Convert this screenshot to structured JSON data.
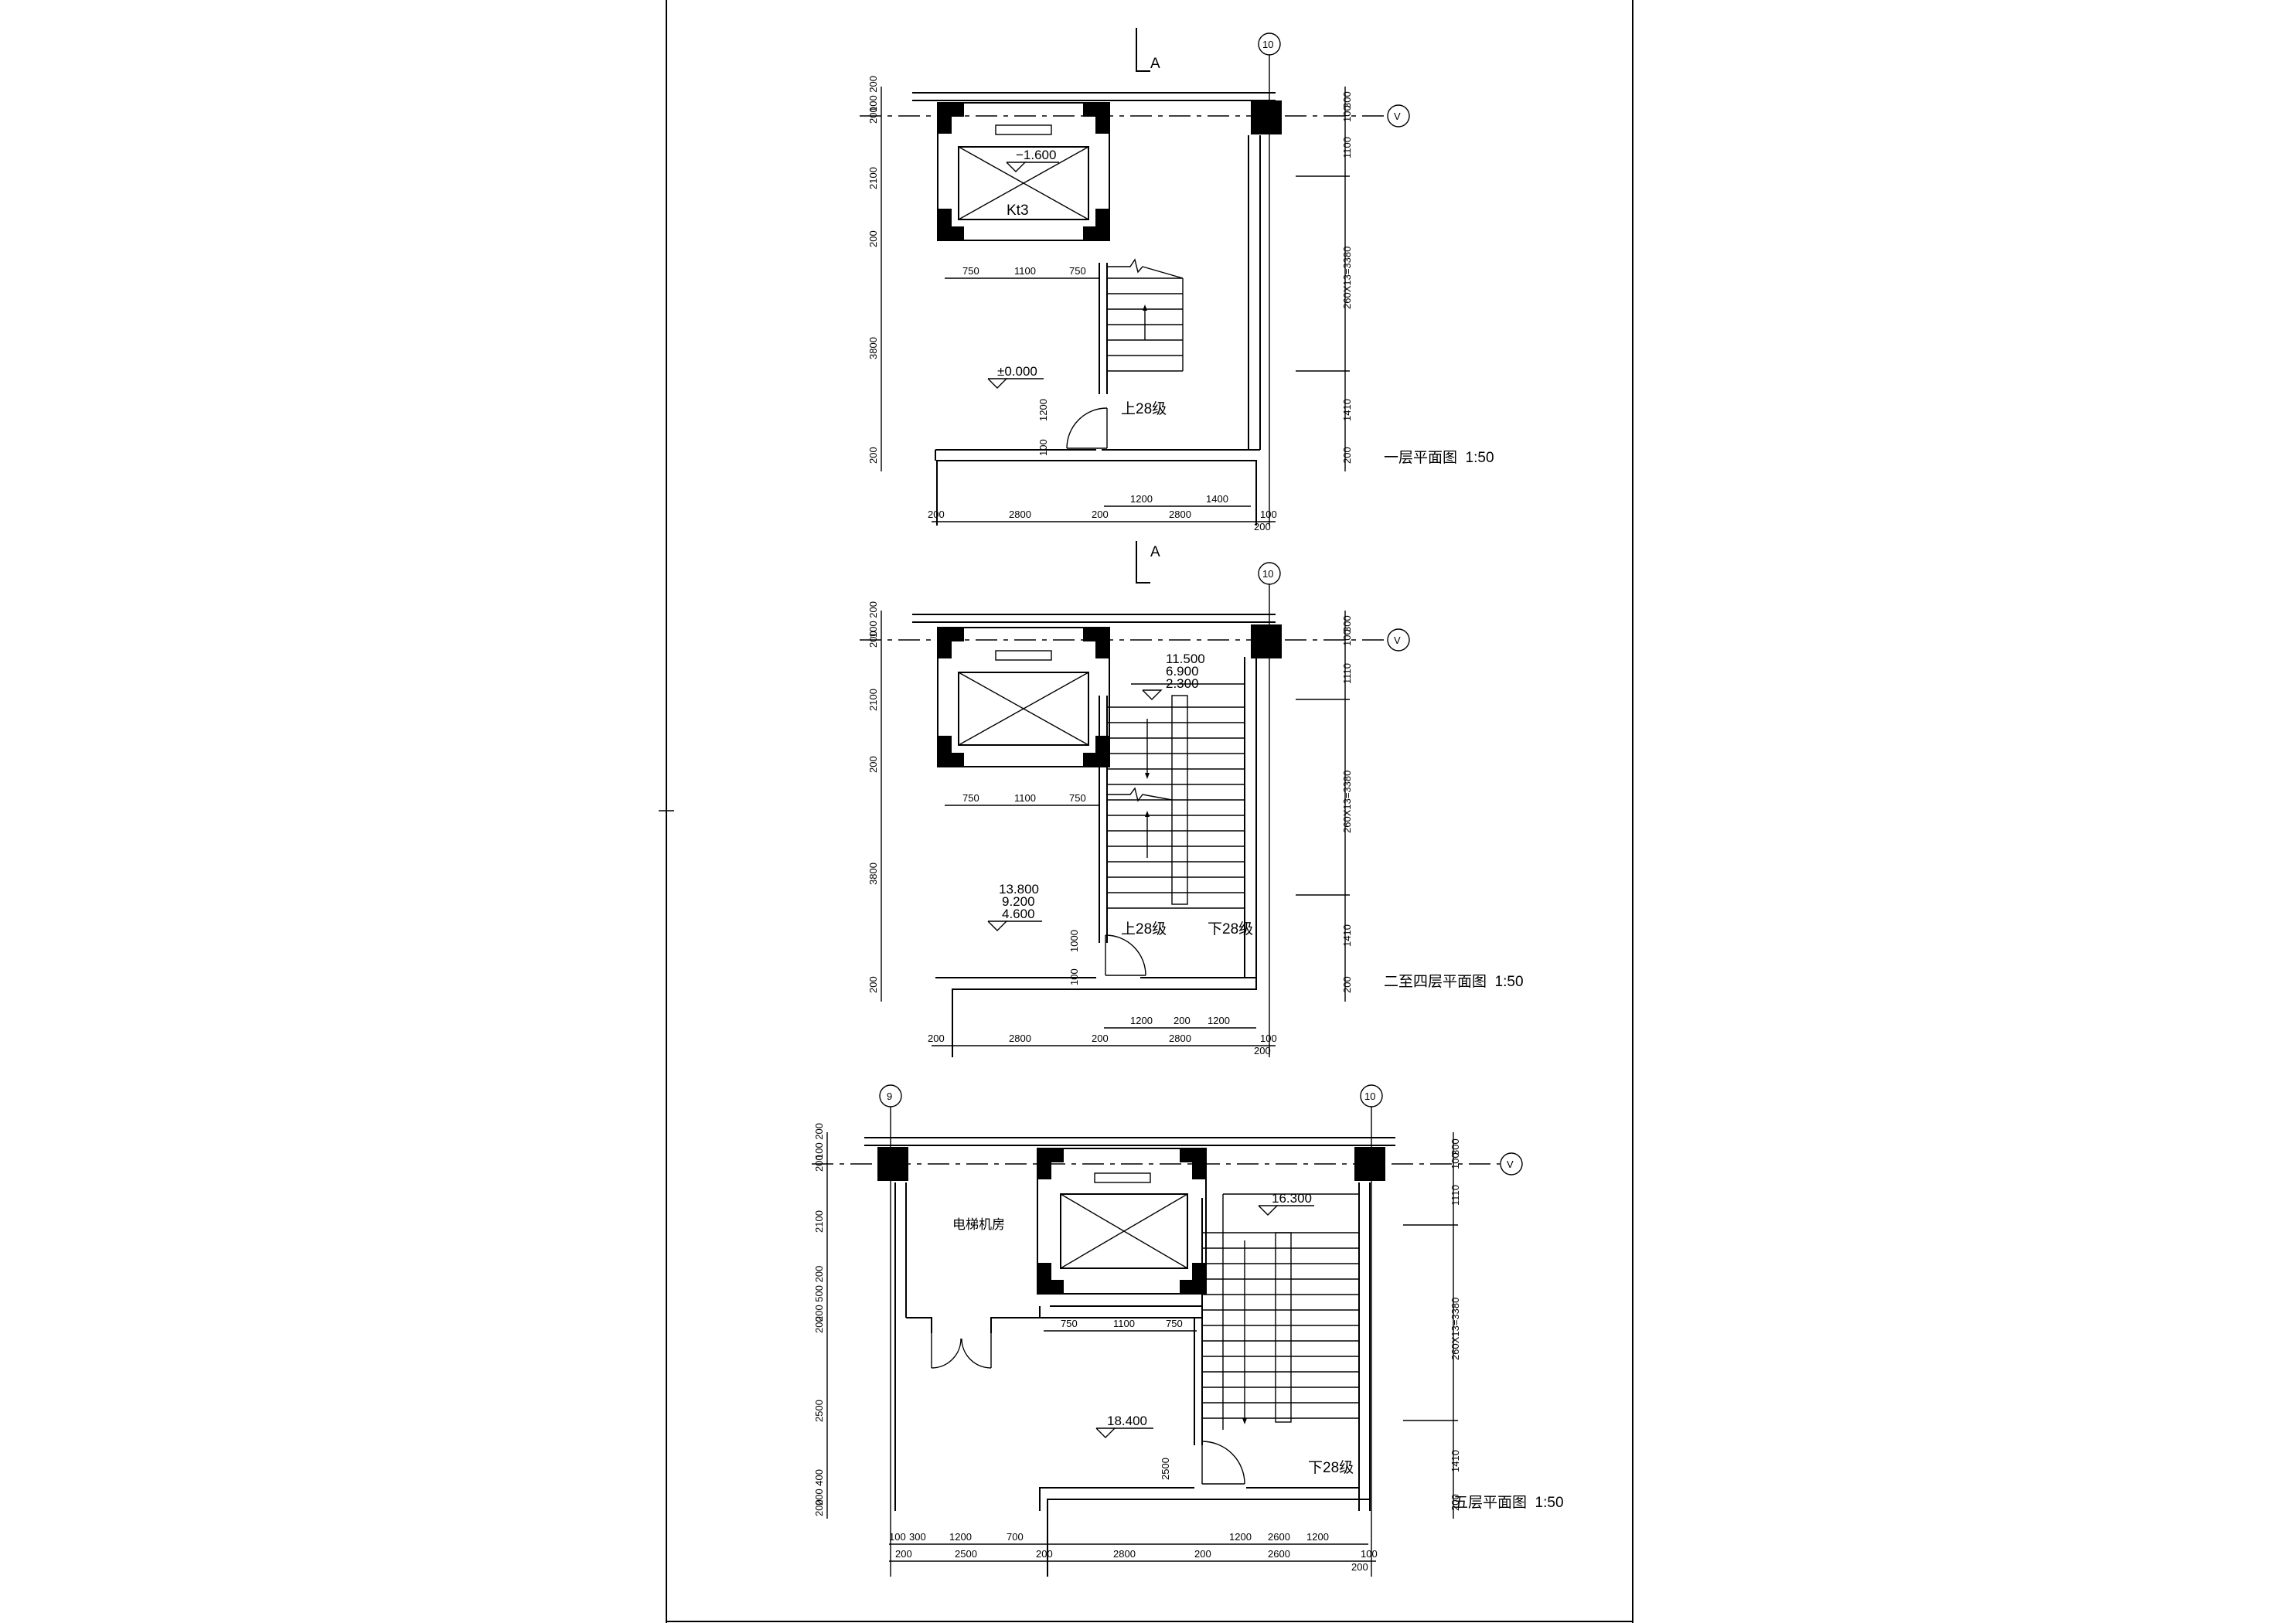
{
  "plans": [
    {
      "title": "一层平面图  1:50",
      "section_mark": "A",
      "grid_col": "10",
      "grid_row": "V",
      "elevator_tag": "Kt3",
      "pit_level": "−1.600",
      "floor_level": "±0.000",
      "stair_text": "上28级",
      "elev_dims": [
        "750",
        "1100",
        "750"
      ],
      "left_dims": [
        "100 200",
        "200",
        "2100",
        "200",
        "3800",
        "1200",
        "100",
        "200"
      ],
      "right_dims": [
        "300",
        "100",
        "1100",
        "260X13=3380",
        "1410",
        "200"
      ],
      "bottom_dims_1": [
        "1200",
        "1400"
      ],
      "bottom_dims_2": [
        "200",
        "2800",
        "200",
        "2800",
        "100"
      ],
      "bottom_extra": "200"
    },
    {
      "title": "二至四层平面图  1:50",
      "section_mark": "A",
      "grid_col": "10",
      "grid_row": "V",
      "landing_levels": [
        "11.500",
        "6.900",
        "2.300"
      ],
      "floor_levels": [
        "13.800",
        "9.200",
        "4.600"
      ],
      "stair_up": "上28级",
      "stair_down": "下28级",
      "elev_dims": [
        "750",
        "1100",
        "750"
      ],
      "left_dims": [
        "100 200",
        "200",
        "2100",
        "200",
        "3800",
        "1000",
        "100",
        "200"
      ],
      "right_dims": [
        "300",
        "100",
        "1110",
        "260X13=3380",
        "1410",
        "200"
      ],
      "bottom_dims_1": [
        "1200",
        "200",
        "1200"
      ],
      "bottom_dims_2": [
        "200",
        "2800",
        "200",
        "2800",
        "100"
      ],
      "bottom_extra": "200"
    },
    {
      "title": "五层平面图  1:50",
      "grid_col_left": "9",
      "grid_col": "10",
      "grid_row": "V",
      "room_label": "电梯机房",
      "landing_level": "16.300",
      "floor_level": "18.400",
      "stair_down": "下28级",
      "elev_dims": [
        "750",
        "1100",
        "750"
      ],
      "left_dims": [
        "100 200",
        "200",
        "2100",
        "200 500 200",
        "200",
        "2500",
        "200 400",
        "200"
      ],
      "right_dims": [
        "300",
        "100",
        "1110",
        "260X13=3380",
        "1410",
        "200"
      ],
      "bottom_dims_1": [
        "100",
        "300",
        "1200",
        "700",
        "1200",
        "2600",
        "1200"
      ],
      "bottom_dims_2": [
        "200",
        "2500",
        "200",
        "2800",
        "200",
        "2600",
        "100"
      ],
      "bottom_extra": "200"
    }
  ]
}
